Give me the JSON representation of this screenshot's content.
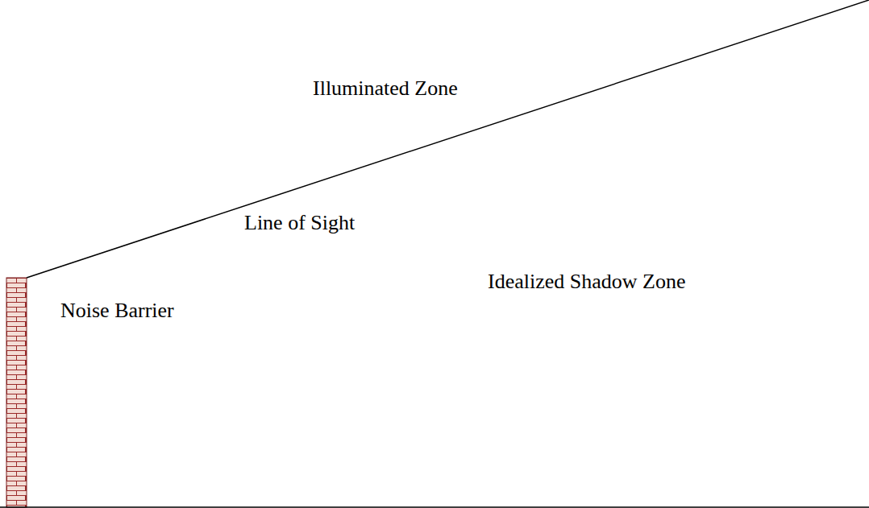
{
  "diagram": {
    "labels": [
      "Illuminated Zone",
      "Line of Sight",
      "Idealized Shadow Zone",
      "Noise Barrier"
    ]
  }
}
